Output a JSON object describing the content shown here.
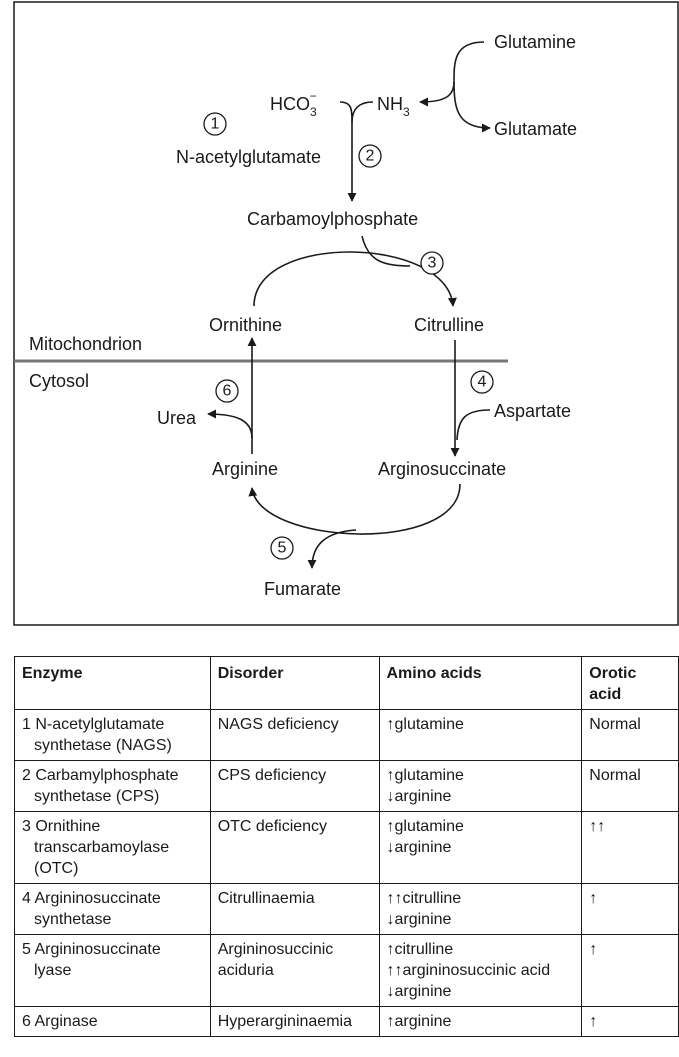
{
  "diagram": {
    "glutamine": "Glutamine",
    "glutamate": "Glutamate",
    "hco3_base": "HCO",
    "hco3_sub": "3",
    "hco3_sup": "−",
    "nh3_base": "NH",
    "nh3_sub": "3",
    "n_acetylglutamate": "N-acetylglutamate",
    "carbamoylphosphate": "Carbamoylphosphate",
    "ornithine": "Ornithine",
    "citrulline": "Citrulline",
    "mitochondrion": "Mitochondrion",
    "cytosol": "Cytosol",
    "urea": "Urea",
    "aspartate": "Aspartate",
    "arginine": "Arginine",
    "argininosuccinate": "Arginosuccinate",
    "fumarate": "Fumarate",
    "steps": [
      "1",
      "2",
      "3",
      "4",
      "5",
      "6"
    ]
  },
  "table": {
    "headers": [
      "Enzyme",
      "Disorder",
      "Amino acids",
      "Orotic acid"
    ],
    "rows": [
      {
        "enzyme": [
          "1 N-acetylglutamate",
          "synthetase (NAGS)"
        ],
        "disorder": [
          "NAGS deficiency"
        ],
        "amino": [
          "↑glutamine"
        ],
        "orotic": "Normal"
      },
      {
        "enzyme": [
          "2 Carbamylphosphate",
          "synthetase (CPS)"
        ],
        "disorder": [
          "CPS deficiency"
        ],
        "amino": [
          "↑glutamine",
          "↓arginine"
        ],
        "orotic": "Normal"
      },
      {
        "enzyme": [
          "3 Ornithine",
          "transcarbamoylase",
          "(OTC)"
        ],
        "disorder": [
          "OTC deficiency"
        ],
        "amino": [
          "↑glutamine",
          "↓arginine"
        ],
        "orotic": "↑↑"
      },
      {
        "enzyme": [
          "4 Argininosuccinate",
          "synthetase"
        ],
        "disorder": [
          "Citrullinaemia"
        ],
        "amino": [
          "↑↑citrulline",
          "↓arginine"
        ],
        "orotic": "↑"
      },
      {
        "enzyme": [
          "5 Argininosuccinate",
          "lyase"
        ],
        "disorder": [
          "Argininosuccinic",
          "aciduria"
        ],
        "amino": [
          "↑citrulline",
          "↑↑argininosuccinic acid",
          "↓arginine"
        ],
        "orotic": "↑"
      },
      {
        "enzyme": [
          "6 Arginase"
        ],
        "disorder": [
          "Hyperargininaemia"
        ],
        "amino": [
          "↑arginine"
        ],
        "orotic": "↑"
      }
    ]
  }
}
